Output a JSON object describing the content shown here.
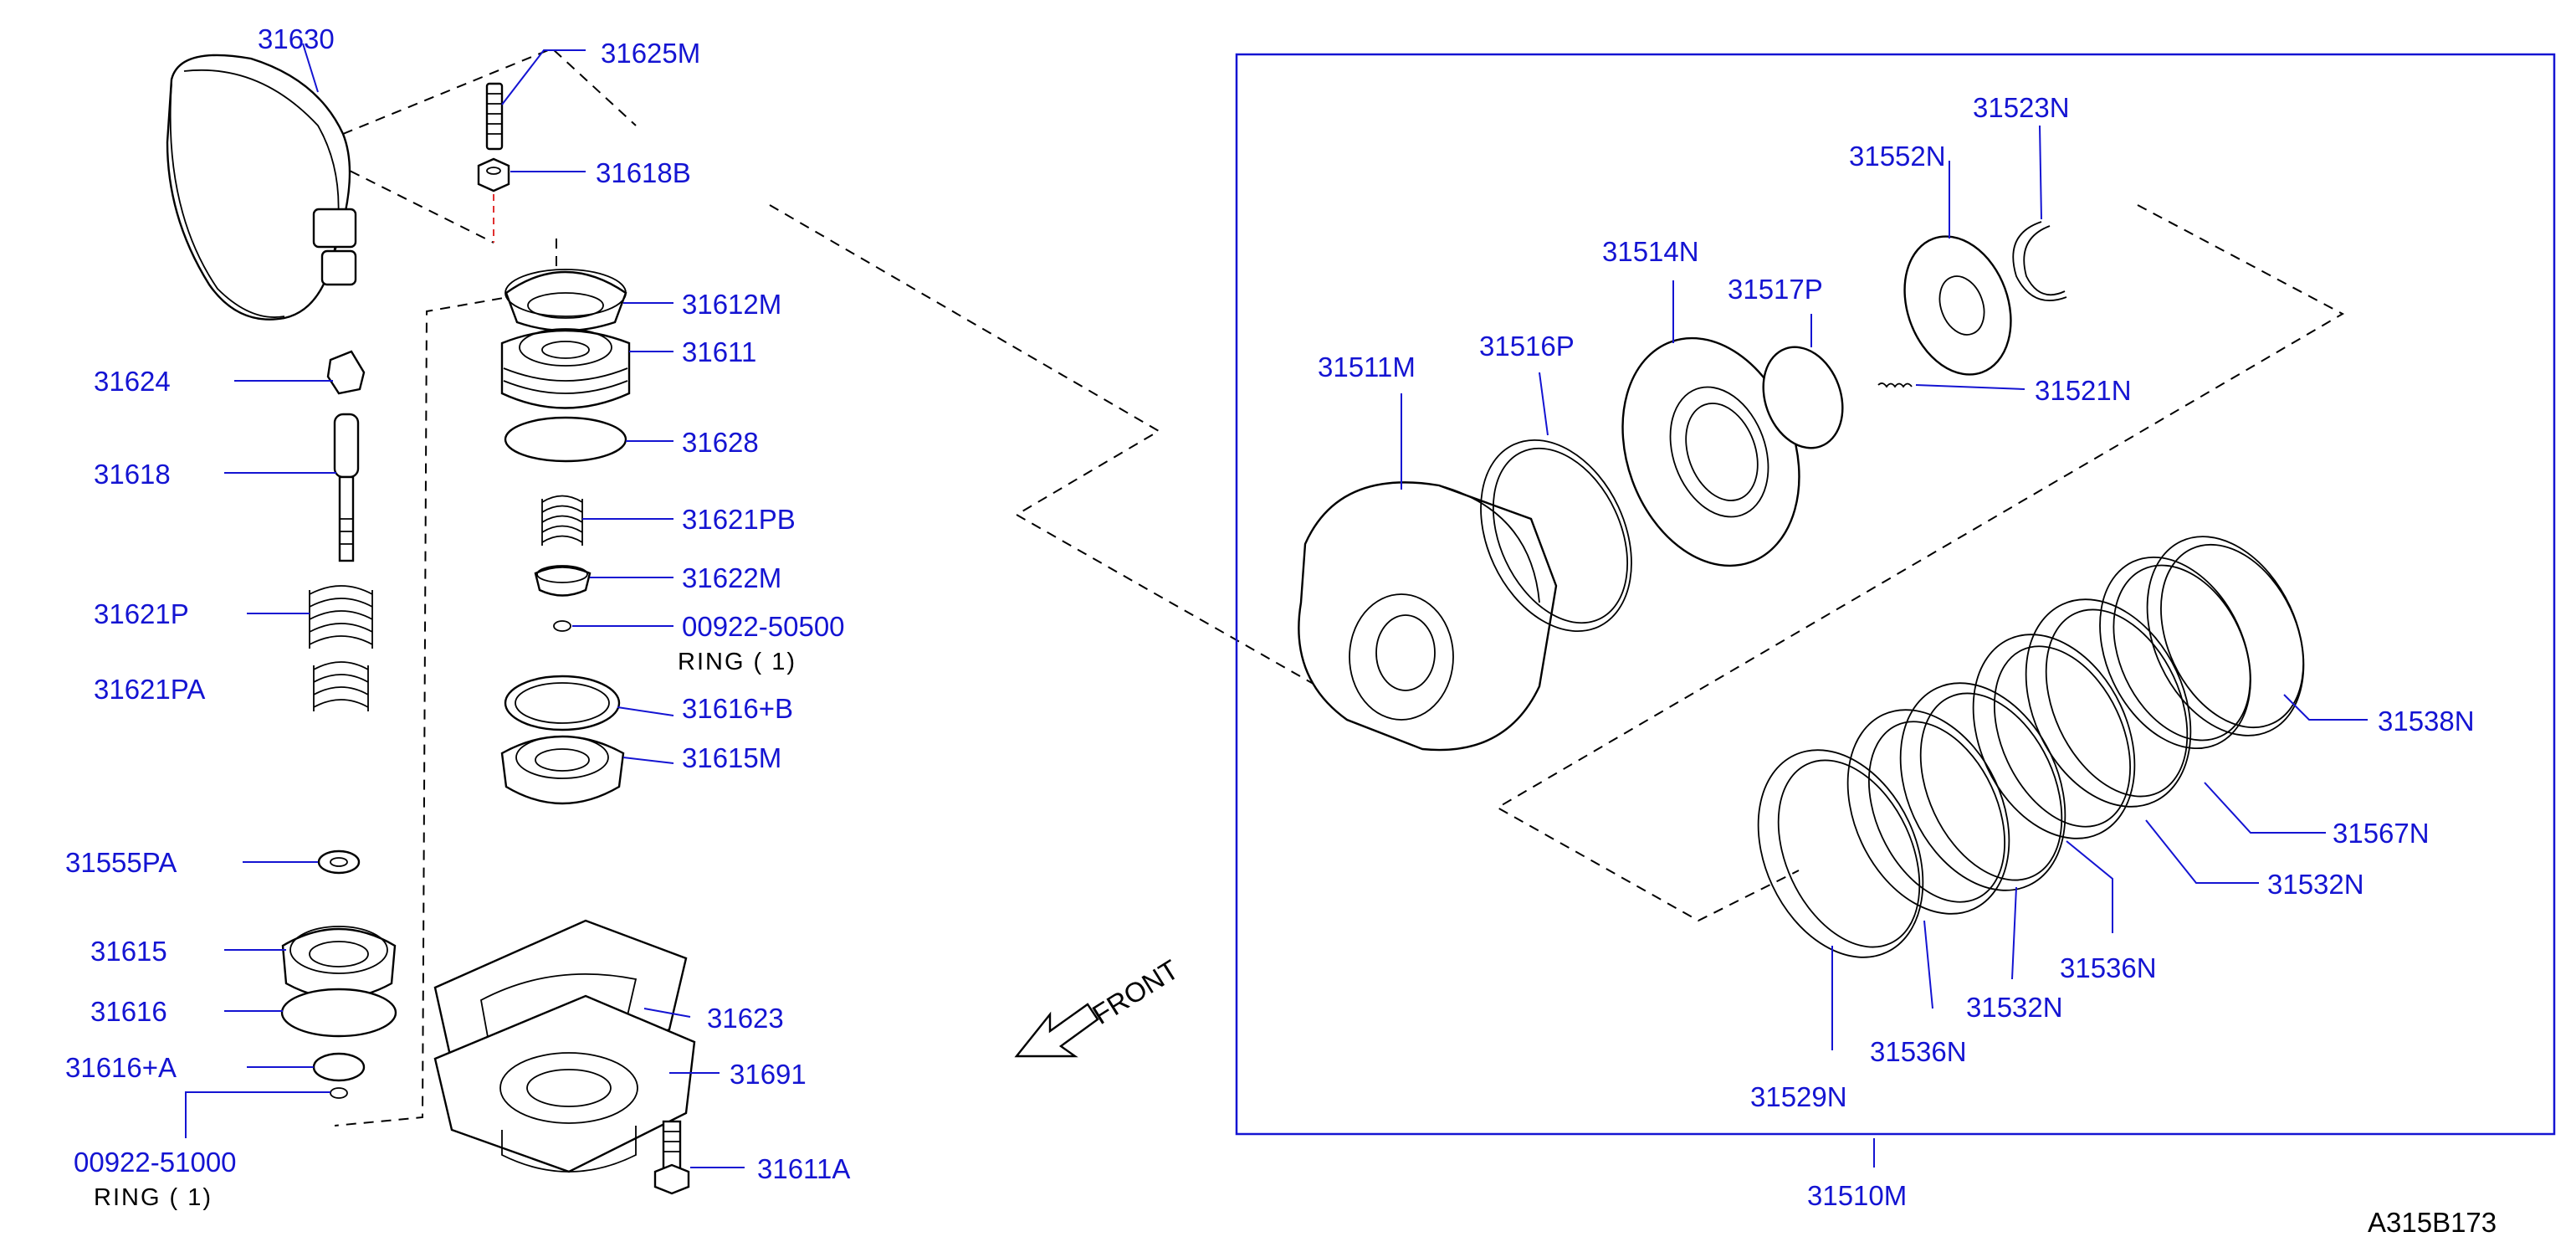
{
  "labels": {
    "l31630": "31630",
    "l31625M": "31625M",
    "l31618B": "31618B",
    "l31612M": "31612M",
    "l31611": "31611",
    "l31628": "31628",
    "l31621PB": "31621PB",
    "l31622M": "31622M",
    "l00922_50500": "00922-50500",
    "ring1_top": "RING ( 1)",
    "l31616B": "31616+B",
    "l31615M": "31615M",
    "l31624": "31624",
    "l31618": "31618",
    "l31621P": "31621P",
    "l31621PA": "31621PA",
    "l31555PA": "31555PA",
    "l31615": "31615",
    "l31616": "31616",
    "l31616A": "31616+A",
    "l00922_51000": "00922-51000",
    "ring1_bottom": "RING ( 1)",
    "l31623": "31623",
    "l31691": "31691",
    "l31611A": "31611A",
    "front": "FRONT",
    "l31523N": "31523N",
    "l31552N": "31552N",
    "l31514N": "31514N",
    "l31517P": "31517P",
    "l31511M": "31511M",
    "l31516P": "31516P",
    "l31521N": "31521N",
    "l31538N": "31538N",
    "l31567N": "31567N",
    "l31532N_a": "31532N",
    "l31536N_a": "31536N",
    "l31532N_b": "31532N",
    "l31536N_b": "31536N",
    "l31529N": "31529N",
    "l31510M": "31510M",
    "diagram_code": "A315B173"
  },
  "colors": {
    "label": "#1414d2",
    "leader": "#1414d2",
    "line": "#000000"
  }
}
